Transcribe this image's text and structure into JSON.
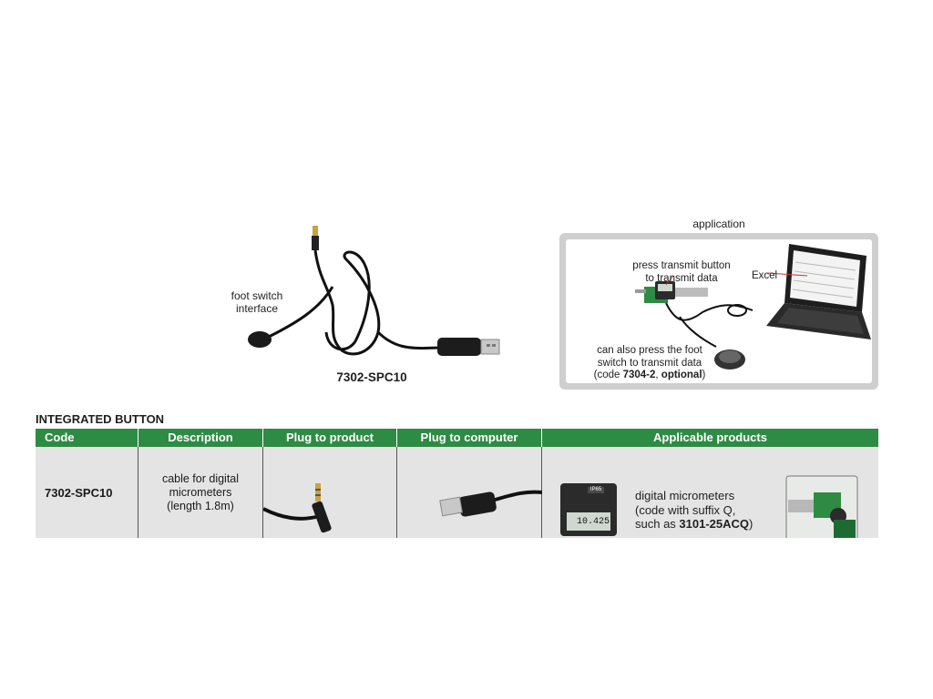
{
  "product": {
    "foot_switch_label_line1": "foot switch",
    "foot_switch_label_line2": "interface",
    "code_label": "7302-SPC10"
  },
  "application": {
    "title": "application",
    "press_line1": "press transmit button",
    "press_line2": "to transmit data",
    "excel_label": "Excel",
    "foot_line1": "can also press the foot",
    "foot_line2": "switch to transmit data",
    "foot_line3_prefix": "(code ",
    "foot_line3_code": "7304-2",
    "foot_line3_sep": ", ",
    "foot_line3_optional": "optional",
    "foot_line3_suffix": ")"
  },
  "table": {
    "section_title": "INTEGRATED BUTTON",
    "headers": [
      "Code",
      "Description",
      "Plug to product",
      "Plug to computer",
      "Applicable products"
    ],
    "row": {
      "code": "7302-SPC10",
      "description_line1": "cable for digital",
      "description_line2": "micrometers",
      "description_line3": "(length 1.8m)",
      "applicable_line1": "digital micrometers",
      "applicable_line2": "(code with suffix Q,",
      "applicable_line3_prefix": "such as ",
      "applicable_line3_code": "3101-25ACQ",
      "applicable_line3_suffix": ")",
      "display_reading": "10.425",
      "display_badge": "IP65"
    }
  },
  "colors": {
    "header_green": "#2e8b43",
    "row_gray": "#e3e4e3",
    "panel_gray": "#cfcfcf"
  }
}
